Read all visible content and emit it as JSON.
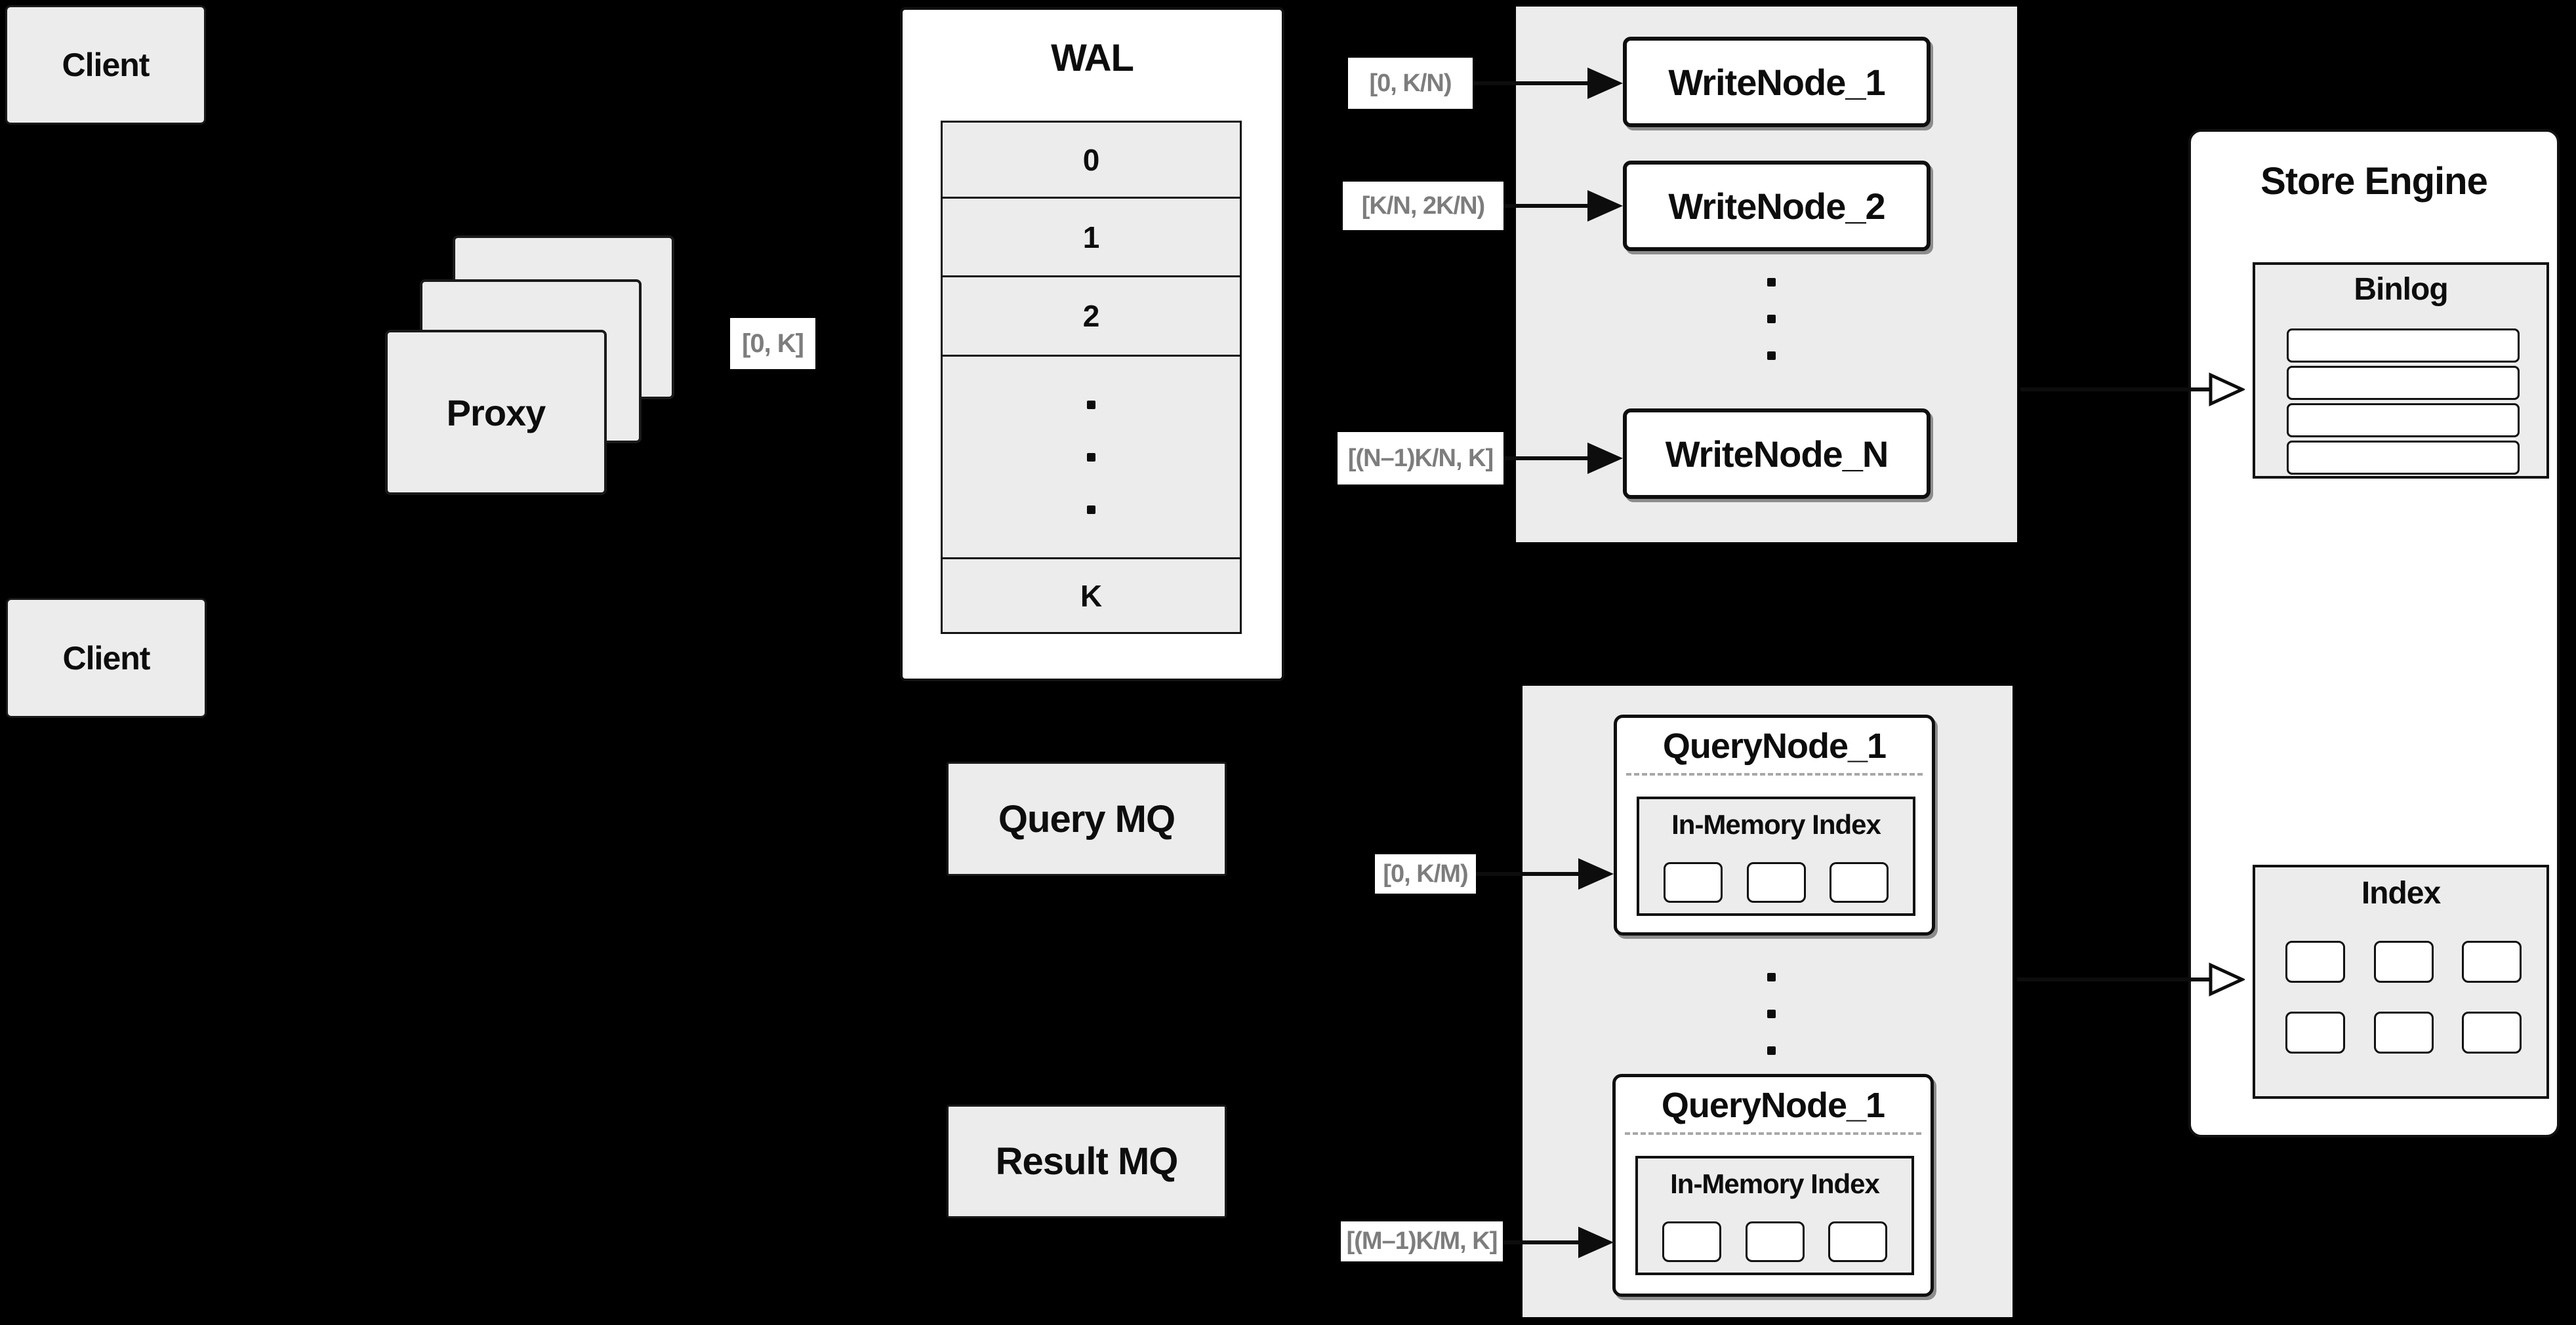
{
  "colors": {
    "background": "#000000",
    "panel_gray": "#ececec",
    "node_white": "#ffffff",
    "border": "#111111",
    "range_label_text": "#7d7d7d",
    "dashed_separator": "#a8a8a8"
  },
  "clients": {
    "top": "Client",
    "bottom": "Client"
  },
  "proxy": {
    "label": "Proxy",
    "range_label": "[0, K]"
  },
  "wal": {
    "title": "WAL",
    "rows": [
      "0",
      "1",
      "2",
      "K"
    ]
  },
  "write_cluster": {
    "nodes": [
      {
        "label": "WriteNode_1",
        "range": "[0, K/N)"
      },
      {
        "label": "WriteNode_2",
        "range": "[K/N, 2K/N)"
      },
      {
        "label": "WriteNode_N",
        "range": "[(N–1)K/N, K]"
      }
    ]
  },
  "mq": {
    "query": "Query MQ",
    "result": "Result MQ"
  },
  "query_cluster": {
    "nodes": [
      {
        "label": "QueryNode_1",
        "sub": "In-Memory Index",
        "range": "[0, K/M)"
      },
      {
        "label": "QueryNode_1",
        "sub": "In-Memory Index",
        "range": "[(M–1)K/M, K]"
      }
    ]
  },
  "store": {
    "title": "Store Engine",
    "binlog": "Binlog",
    "index": "Index"
  }
}
